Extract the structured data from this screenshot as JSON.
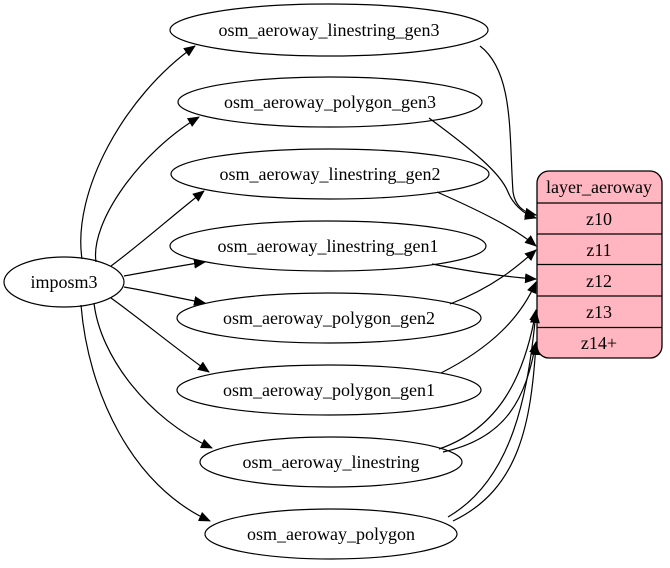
{
  "diagram": {
    "type": "etl-graph",
    "source": {
      "label": "imposm3"
    },
    "tables": [
      {
        "label": "osm_aeroway_linestring_gen3"
      },
      {
        "label": "osm_aeroway_polygon_gen3"
      },
      {
        "label": "osm_aeroway_linestring_gen2"
      },
      {
        "label": "osm_aeroway_linestring_gen1"
      },
      {
        "label": "osm_aeroway_polygon_gen2"
      },
      {
        "label": "osm_aeroway_polygon_gen1"
      },
      {
        "label": "osm_aeroway_linestring"
      },
      {
        "label": "osm_aeroway_polygon"
      }
    ],
    "layer": {
      "title": "layer_aeroway",
      "rows": [
        "z10",
        "z11",
        "z12",
        "z13",
        "z14+"
      ],
      "fill": "#ffb6c1",
      "border": "#000000"
    },
    "colors": {
      "background": "#ffffff",
      "node_fill": "#ffffff",
      "edge": "#000000"
    },
    "edges": [
      {
        "from": "imposm3",
        "to": "osm_aeroway_linestring_gen3"
      },
      {
        "from": "imposm3",
        "to": "osm_aeroway_polygon_gen3"
      },
      {
        "from": "imposm3",
        "to": "osm_aeroway_linestring_gen2"
      },
      {
        "from": "imposm3",
        "to": "osm_aeroway_linestring_gen1"
      },
      {
        "from": "imposm3",
        "to": "osm_aeroway_polygon_gen2"
      },
      {
        "from": "imposm3",
        "to": "osm_aeroway_polygon_gen1"
      },
      {
        "from": "imposm3",
        "to": "osm_aeroway_linestring"
      },
      {
        "from": "imposm3",
        "to": "osm_aeroway_polygon"
      },
      {
        "from": "osm_aeroway_linestring_gen3",
        "to": "layer_aeroway:z10"
      },
      {
        "from": "osm_aeroway_polygon_gen3",
        "to": "layer_aeroway:z10"
      },
      {
        "from": "osm_aeroway_linestring_gen2",
        "to": "layer_aeroway:z11"
      },
      {
        "from": "osm_aeroway_polygon_gen2",
        "to": "layer_aeroway:z11"
      },
      {
        "from": "osm_aeroway_linestring_gen1",
        "to": "layer_aeroway:z12"
      },
      {
        "from": "osm_aeroway_polygon_gen1",
        "to": "layer_aeroway:z12"
      },
      {
        "from": "osm_aeroway_linestring",
        "to": "layer_aeroway:z13"
      },
      {
        "from": "osm_aeroway_linestring",
        "to": "layer_aeroway:z14+"
      },
      {
        "from": "osm_aeroway_polygon",
        "to": "layer_aeroway:z13"
      },
      {
        "from": "osm_aeroway_polygon",
        "to": "layer_aeroway:z14+"
      }
    ]
  }
}
